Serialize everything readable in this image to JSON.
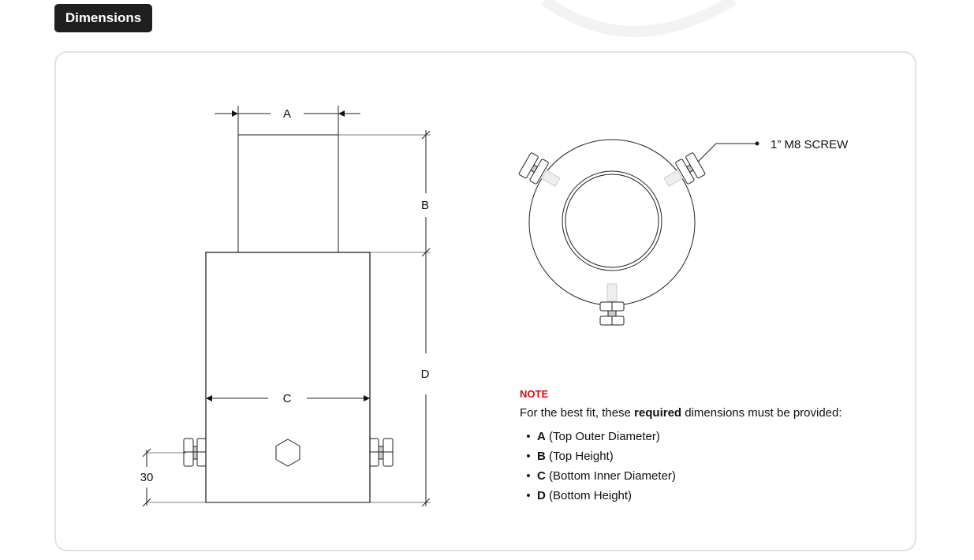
{
  "header": {
    "title": "Dimensions"
  },
  "diagram": {
    "labels": {
      "a": "A",
      "b": "B",
      "c": "C",
      "d": "D",
      "offset": "30",
      "screw": "1” M8 SCREW"
    }
  },
  "note": {
    "heading": "NOTE",
    "text_before": "For the best fit, these ",
    "text_bold": "required",
    "text_after": " dimensions must be provided:",
    "items": [
      {
        "key": "A",
        "desc": "(Top Outer Diameter)"
      },
      {
        "key": "B",
        "desc": "(Top Height)"
      },
      {
        "key": "C",
        "desc": "(Bottom Inner Diameter)"
      },
      {
        "key": "D",
        "desc": "(Bottom Height)"
      }
    ]
  },
  "colors": {
    "accent": "#e30613",
    "badge": "#1f1f1f"
  }
}
